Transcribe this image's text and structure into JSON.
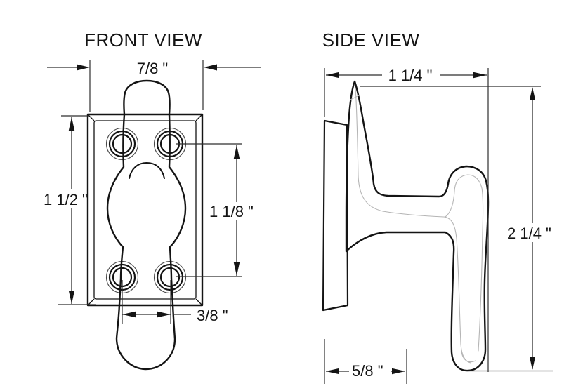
{
  "front": {
    "title": "FRONT VIEW",
    "width_label": "7/8 \"",
    "height_label": "1 1/2 \"",
    "hole_vertical_label": "1 1/8 \"",
    "hole_horizontal_label": "3/8 \""
  },
  "side": {
    "title": "SIDE VIEW",
    "depth_label": "1 1/4 \"",
    "height_label": "2 1/4 \"",
    "base_label": "5/8 \""
  },
  "colors": {
    "outline": "#141414",
    "dimension": "#2e2e2e",
    "shading": "#b5b5b5",
    "background": "#ffffff"
  }
}
